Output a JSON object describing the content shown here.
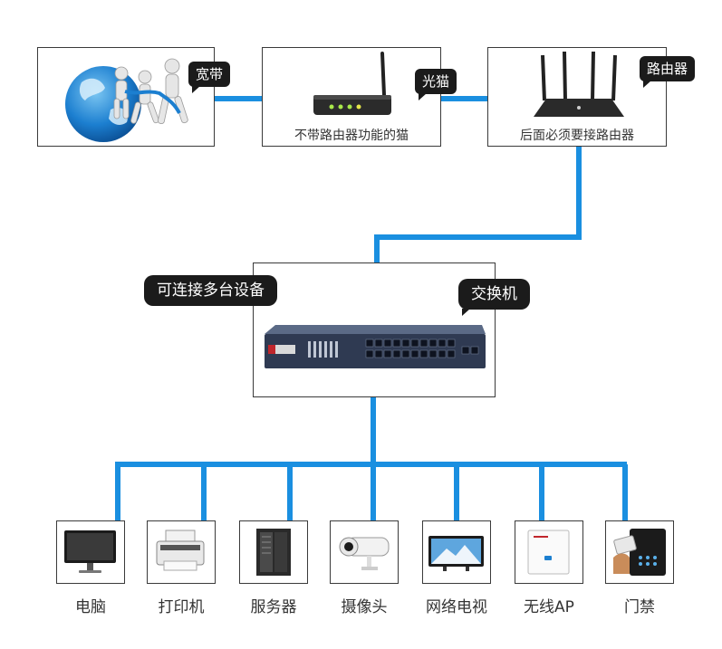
{
  "top": {
    "broadband": {
      "tag": "宽带"
    },
    "modem": {
      "tag": "光猫",
      "caption": "不带路由器功能的猫"
    },
    "router": {
      "tag": "路由器",
      "caption": "后面必须要接路由器"
    }
  },
  "switch": {
    "tag": "交换机",
    "note": "可连接多台设备"
  },
  "devices": [
    "电脑",
    "打印机",
    "服务器",
    "摄像头",
    "网络电视",
    "无线AP",
    "门禁"
  ],
  "colors": {
    "line": "#1a8fe0",
    "border": "#3a3a3a",
    "tag_bg": "#1b1b1b"
  }
}
